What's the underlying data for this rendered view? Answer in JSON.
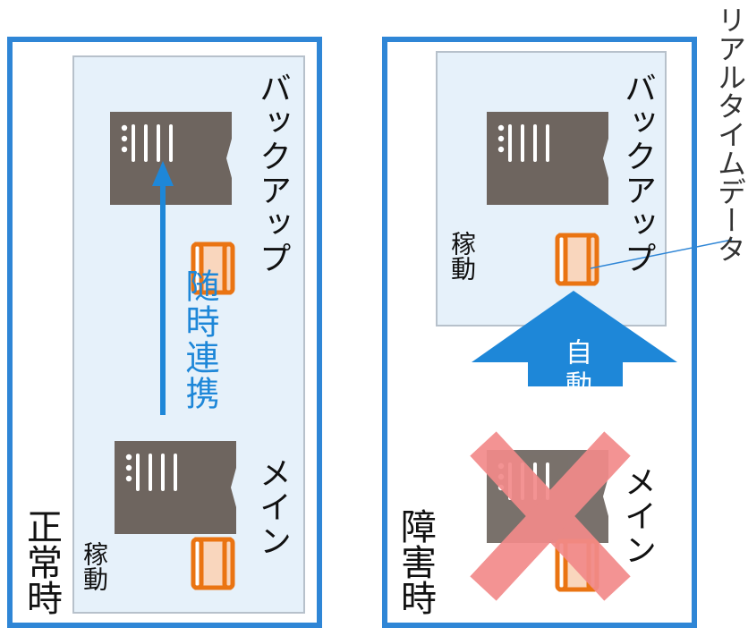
{
  "normal": {
    "title": "正常時",
    "status": "稼動",
    "main_label": "メイン",
    "backup_label": "バックアップ",
    "sync_label": "随時連携"
  },
  "failure": {
    "title": "障害時",
    "status": "稼動",
    "main_label": "メイン",
    "backup_label": "バックアップ",
    "auto_label": "自動"
  },
  "callout": {
    "label": "リアルタイムデータ"
  },
  "colors": {
    "frame": "#2f86d6",
    "zone_fill": "#e6f1fa",
    "zone_border": "#b7c1cb",
    "server": "#6e655f",
    "db_stroke": "#ea7412",
    "db_fill": "#f9d6bd",
    "arrow": "#1e87d8",
    "failure_x": "#f28a8a"
  },
  "icons": {
    "server": "server-icon",
    "database": "database-icon",
    "failure": "x-mark-icon"
  }
}
